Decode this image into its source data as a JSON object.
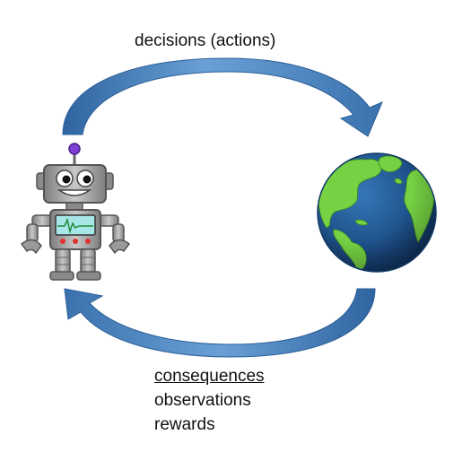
{
  "labels": {
    "top": "decisions (actions)",
    "bottom": [
      "consequences",
      "observations",
      "rewards"
    ]
  },
  "colors": {
    "arrow_light": "#5b91c8",
    "arrow_dark": "#2a5c92",
    "ocean": "#1f4f85",
    "land": "#76d243",
    "robot_body": "#9a9a9a",
    "robot_screen": "#a8e6e8",
    "antenna_ball": "#7f3fd4"
  },
  "icons": {
    "agent": "robot-icon",
    "environment": "globe-icon"
  }
}
